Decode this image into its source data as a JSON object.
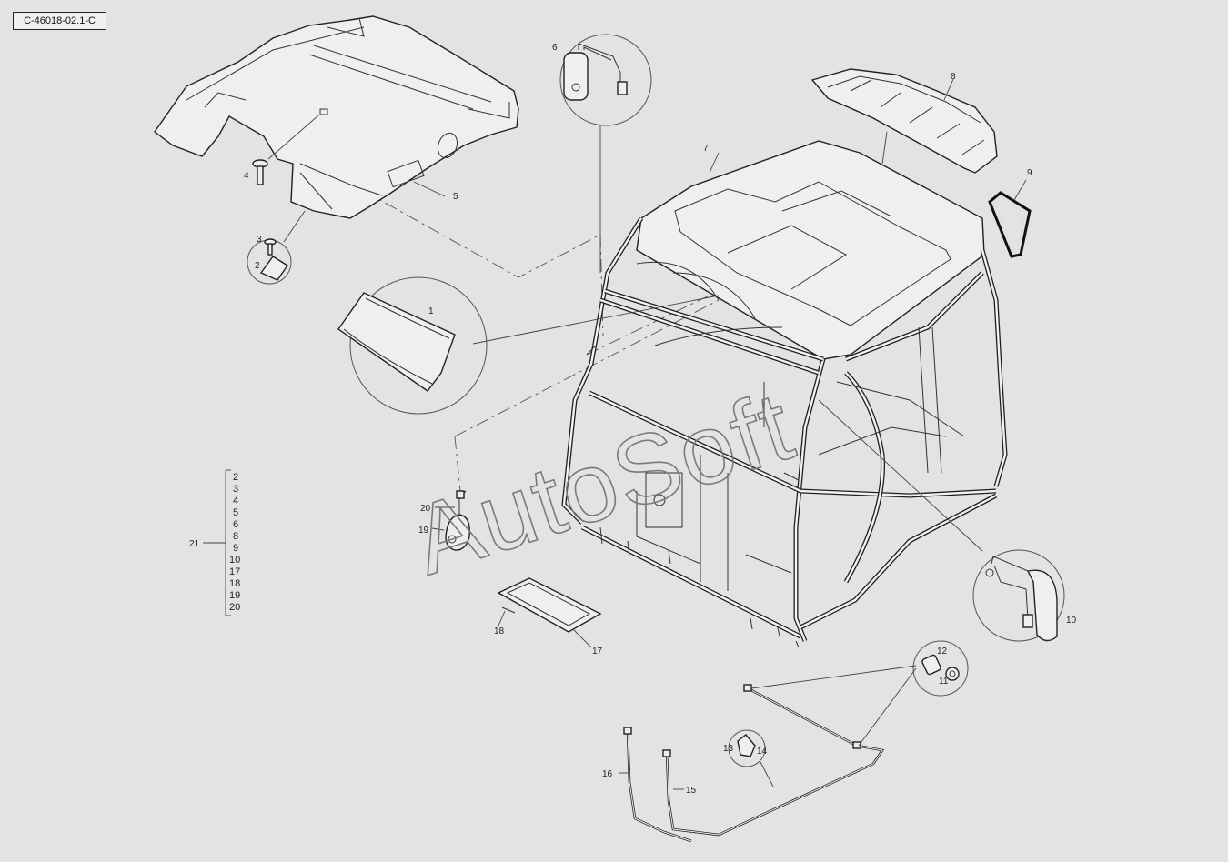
{
  "reference": "C-46018-02.1-C",
  "watermark": "AutoSoft",
  "callouts": {
    "c1": "1",
    "c2": "2",
    "c3": "3",
    "c4": "4",
    "c5": "5",
    "c6": "6",
    "c7": "7",
    "c8": "8",
    "c9": "9",
    "c10": "10",
    "c11": "11",
    "c12": "12",
    "c13": "13",
    "c14": "14",
    "c15": "15",
    "c16": "16",
    "c17": "17",
    "c18": "18",
    "c19": "19",
    "c20": "20",
    "c21": "21"
  },
  "kit": {
    "label": "21",
    "items": [
      "2",
      "3",
      "4",
      "5",
      "6",
      "8",
      "9",
      "10",
      "17",
      "18",
      "19",
      "20"
    ]
  }
}
